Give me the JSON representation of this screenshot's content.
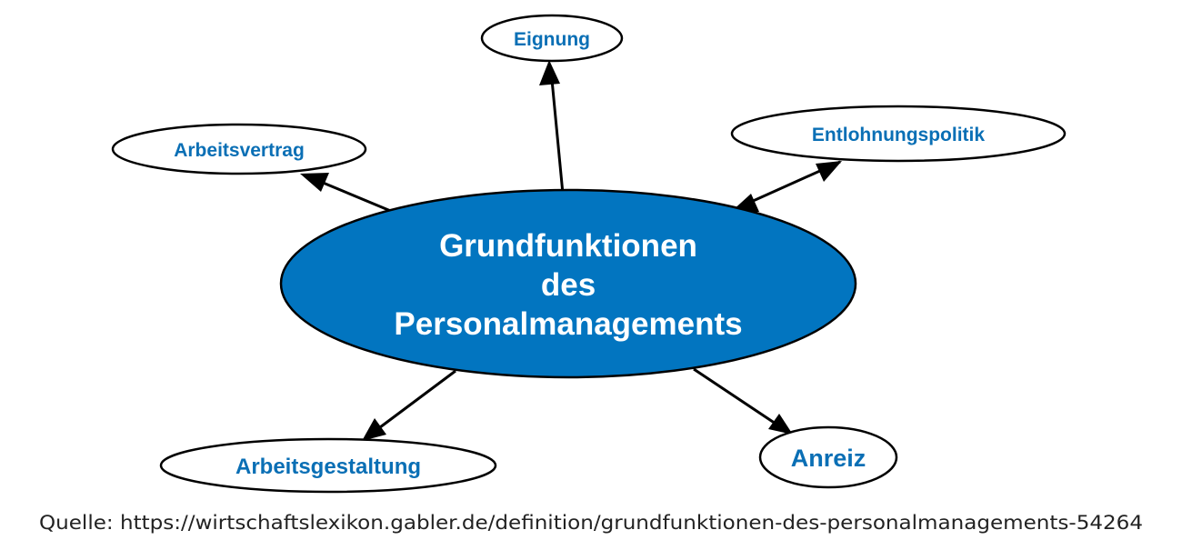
{
  "center": {
    "lines": [
      "Grundfunktionen",
      "des",
      "Personalmanagements"
    ]
  },
  "nodes": [
    {
      "id": "eignung",
      "label": "Eignung"
    },
    {
      "id": "arbeitsvertrag",
      "label": "Arbeitsvertrag"
    },
    {
      "id": "entlohnungspolitik",
      "label": "Entlohnungspolitik"
    },
    {
      "id": "arbeitsgestaltung",
      "label": "Arbeitsgestaltung"
    },
    {
      "id": "anreiz",
      "label": "Anreiz"
    }
  ],
  "edges": [
    {
      "from": "center",
      "to": "eignung",
      "direction": "forward"
    },
    {
      "from": "center",
      "to": "arbeitsvertrag",
      "direction": "forward"
    },
    {
      "from": "center",
      "to": "entlohnungspolitik",
      "direction": "both"
    },
    {
      "from": "center",
      "to": "arbeitsgestaltung",
      "direction": "forward"
    },
    {
      "from": "center",
      "to": "anreiz",
      "direction": "forward"
    }
  ],
  "source": "Quelle: https://wirtschaftslexikon.gabler.de/definition/grundfunktionen-des-personalmanagements-54264",
  "colors": {
    "center_fill": "#0275c0",
    "center_text": "#ffffff",
    "node_text": "#0a6fb5",
    "outline": "#000000",
    "node_fill": "#ffffff"
  }
}
